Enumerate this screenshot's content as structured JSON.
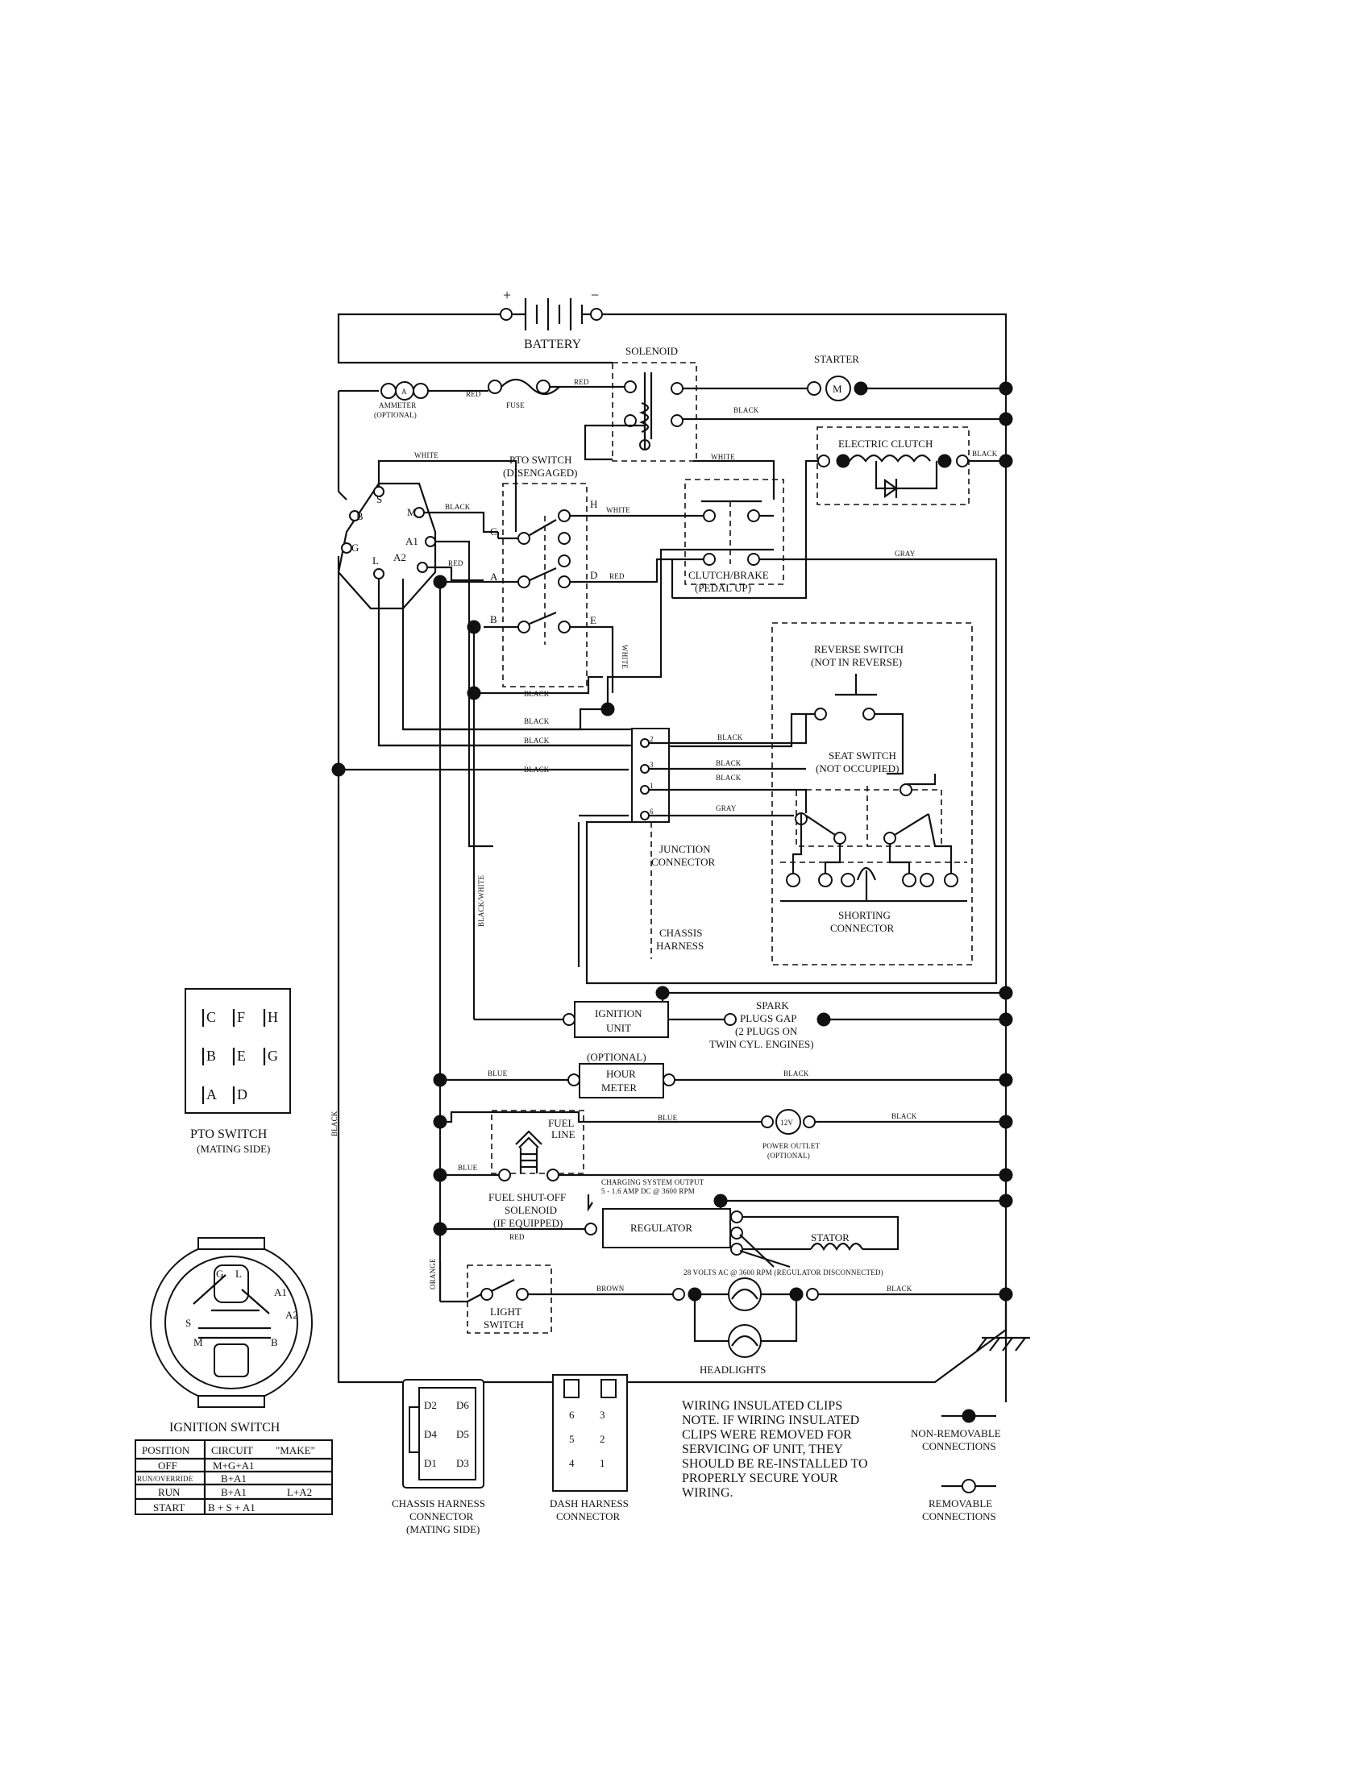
{
  "battery": {
    "label": "BATTERY",
    "plus": "+",
    "minus": "−"
  },
  "solenoid": {
    "label": "SOLENOID"
  },
  "starter": {
    "label": "STARTER",
    "symbol": "M"
  },
  "ammeter": {
    "label": "AMMETER",
    "note": "(OPTIONAL)",
    "symbol": "A"
  },
  "fuse": {
    "label": "FUSE"
  },
  "electric_clutch": {
    "label": "ELECTRIC CLUTCH"
  },
  "pto_switch": {
    "label": "PTO SWITCH",
    "state": "(DISENGAGED)",
    "terminals": [
      "C",
      "A",
      "B",
      "H",
      "D",
      "E"
    ]
  },
  "clutch_brake": {
    "label": "CLUTCH/BRAKE",
    "state": "(PEDAL UP)"
  },
  "ignition_terminals": [
    "S",
    "M",
    "A1",
    "A2",
    "L",
    "G",
    "B"
  ],
  "reverse_switch": {
    "label": "REVERSE SWITCH",
    "state": "(NOT IN REVERSE)"
  },
  "seat_switch": {
    "label": "SEAT SWITCH",
    "state": "(NOT OCCUPIED)"
  },
  "junction": {
    "label": "JUNCTION",
    "label2": "CONNECTOR",
    "pins": [
      "2",
      "3",
      "1",
      "6"
    ]
  },
  "shorting": {
    "label": "SHORTING",
    "label2": "CONNECTOR"
  },
  "chassis_harness": {
    "label": "CHASSIS",
    "label2": "HARNESS"
  },
  "ignition_unit": {
    "label": "IGNITION",
    "label2": "UNIT"
  },
  "spark": {
    "l1": "SPARK",
    "l2": "PLUGS GAP",
    "l3": "(2 PLUGS ON",
    "l4": "TWIN CYL. ENGINES)"
  },
  "hour_meter": {
    "opt": "(OPTIONAL)",
    "l1": "HOUR",
    "l2": "METER"
  },
  "fuel_line": {
    "l1": "FUEL",
    "l2": "LINE"
  },
  "power_outlet": {
    "symbol": "12V",
    "l1": "POWER OUTLET",
    "l2": "(OPTIONAL)"
  },
  "fuel_solenoid": {
    "l1": "FUEL SHUT-OFF",
    "l2": "SOLENOID",
    "l3": "(IF EQUIPPED)"
  },
  "charging": {
    "l1": "CHARGING SYSTEM OUTPUT",
    "l2": "5 - 1.6 AMP DC @ 3600 RPM"
  },
  "regulator": {
    "label": "REGULATOR"
  },
  "stator": {
    "label": "STATOR",
    "note": "28 VOLTS AC @ 3600 RPM (REGULATOR DISCONNECTED)"
  },
  "light_switch": {
    "l1": "LIGHT",
    "l2": "SWITCH"
  },
  "headlights": {
    "label": "HEADLIGHTS"
  },
  "wires": {
    "red": "RED",
    "black": "BLACK",
    "white": "WHITE",
    "gray": "GRAY",
    "blue": "BLUE",
    "brown": "BROWN",
    "orange": "ORANGE",
    "black_white": "BLACK/WHITE"
  },
  "pto_mating": {
    "l1": "PTO SWITCH",
    "l2": "(MATING SIDE)",
    "grid": [
      [
        "C",
        "F",
        "H"
      ],
      [
        "B",
        "E",
        "G"
      ],
      [
        "A",
        "D",
        ""
      ]
    ]
  },
  "ignition_switch": {
    "label": "IGNITION SWITCH",
    "face": [
      "G",
      "L",
      "A1",
      "A2",
      "S",
      "M",
      "B"
    ],
    "headers": [
      "POSITION",
      "CIRCUIT",
      "\"MAKE\""
    ],
    "rows": [
      {
        "pos": "OFF",
        "circuit": "M+G+A1",
        "extra": ""
      },
      {
        "pos": "RUN/OVERRIDE",
        "circuit": "B+A1",
        "extra": ""
      },
      {
        "pos": "RUN",
        "circuit": "B+A1",
        "extra": "L+A2"
      },
      {
        "pos": "START",
        "circuit": "B + S + A1",
        "extra": ""
      }
    ]
  },
  "chassis_connector": {
    "l1": "CHASSIS HARNESS",
    "l2": "CONNECTOR",
    "l3": "(MATING SIDE)",
    "pins": [
      "D2",
      "D6",
      "D4",
      "D5",
      "D1",
      "D3"
    ]
  },
  "dash_connector": {
    "l1": "DASH HARNESS",
    "l2": "CONNECTOR",
    "pins": [
      "6",
      "3",
      "5",
      "2",
      "4",
      "1"
    ]
  },
  "note": {
    "lines": [
      "WIRING INSULATED CLIPS",
      "NOTE. IF WIRING INSULATED",
      "CLIPS WERE REMOVED FOR",
      "SERVICING OF UNIT, THEY",
      "SHOULD BE RE-INSTALLED TO",
      "PROPERLY SECURE YOUR",
      "WIRING."
    ]
  },
  "legend": {
    "non_removable_1": "NON-REMOVABLE",
    "non_removable_2": "CONNECTIONS",
    "removable_1": "REMOVABLE",
    "removable_2": "CONNECTIONS"
  }
}
